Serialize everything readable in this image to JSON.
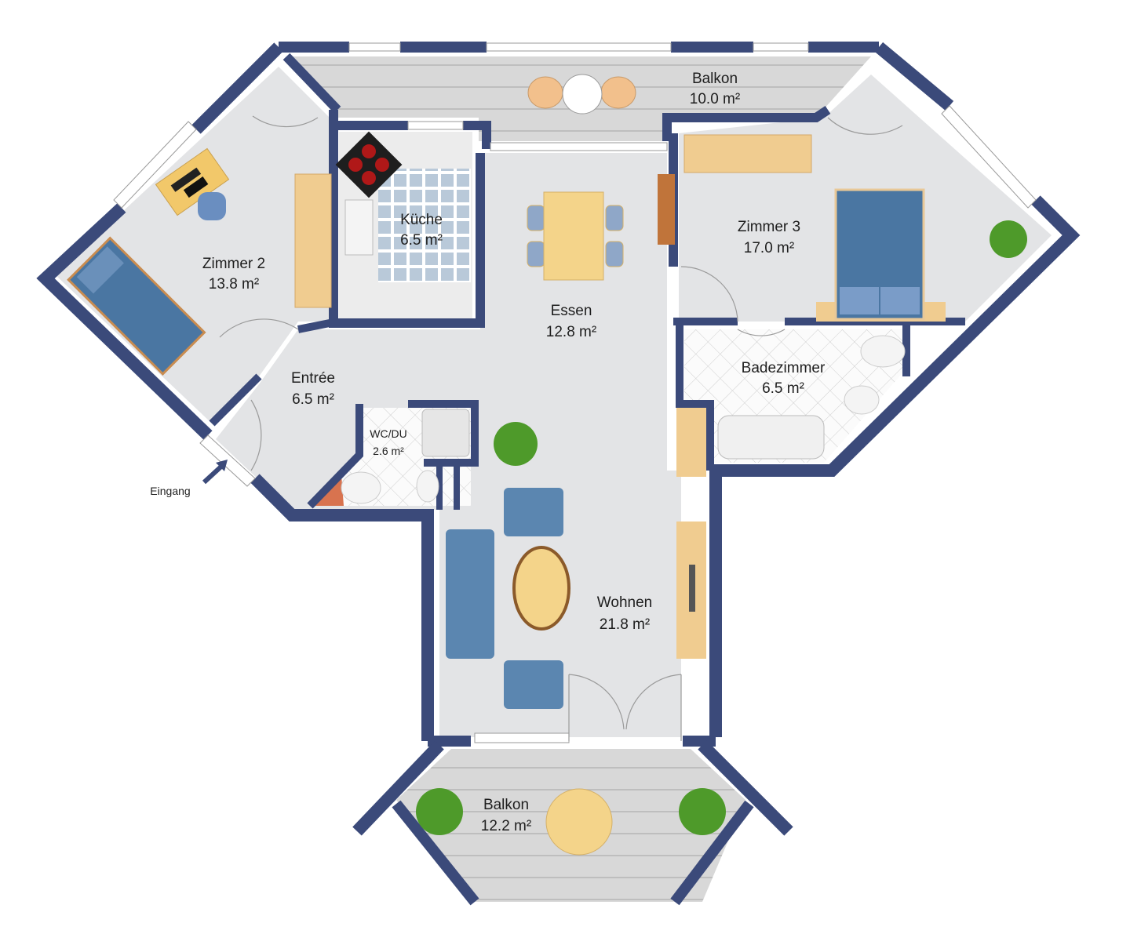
{
  "plan": {
    "rooms": [
      {
        "id": "balkon-top",
        "name": "Balkon",
        "area": "10.0 m²"
      },
      {
        "id": "zimmer2",
        "name": "Zimmer 2",
        "area": "13.8 m²"
      },
      {
        "id": "kueche",
        "name": "Küche",
        "area": "6.5 m²"
      },
      {
        "id": "essen",
        "name": "Essen",
        "area": "12.8 m²"
      },
      {
        "id": "zimmer3",
        "name": "Zimmer 3",
        "area": "17.0 m²"
      },
      {
        "id": "entree",
        "name": "Entrée",
        "area": "6.5 m²"
      },
      {
        "id": "wcdu",
        "name": "WC/DU",
        "area": "2.6 m²"
      },
      {
        "id": "badezimmer",
        "name": "Badezimmer",
        "area": "6.5 m²"
      },
      {
        "id": "wohnen",
        "name": "Wohnen",
        "area": "21.8 m²"
      },
      {
        "id": "balkon-bottom",
        "name": "Balkon",
        "area": "12.2 m²"
      }
    ],
    "entrance_label": "Eingang",
    "colors": {
      "wall": "#3b4a7a",
      "floor": "#e3e4e6",
      "deck": "#d6d6d6",
      "wood": "#f0c98a",
      "fabric": "#5b86b0",
      "plant": "#4e9a2a"
    }
  }
}
